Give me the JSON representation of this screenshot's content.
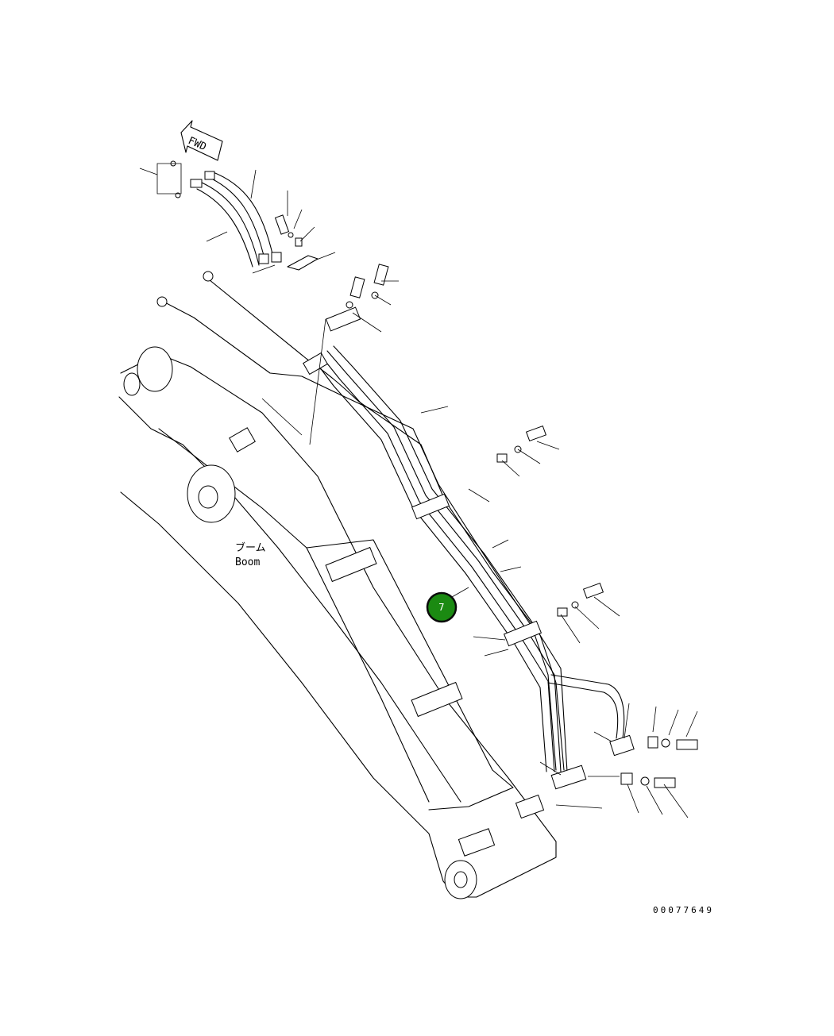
{
  "diagram": {
    "direction_arrow_label": "FWD",
    "boom_label_jp": "ブーム",
    "boom_label_en": "Boom",
    "callout": {
      "number": "7",
      "color": "#1b8a12"
    },
    "reference_number": "00077649"
  }
}
